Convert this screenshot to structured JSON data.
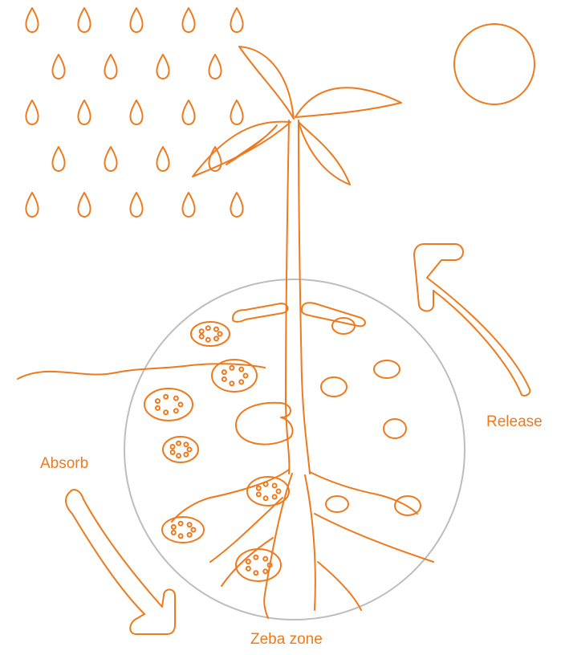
{
  "labels": {
    "release": "Release",
    "absorb": "Absorb",
    "zone": "Zeba zone"
  },
  "colors": {
    "accent": "#ee7a1f",
    "zone_outline": "#bdbdbd",
    "background": "#ffffff"
  },
  "icons": {
    "sun": "sun-icon",
    "rain": "raindrop-icon",
    "plant": "plant-icon",
    "release_arrow": "curved-arrow-up-icon",
    "absorb_arrow": "curved-arrow-down-icon",
    "granule": "zeba-granule-icon",
    "root": "root-system-icon"
  }
}
